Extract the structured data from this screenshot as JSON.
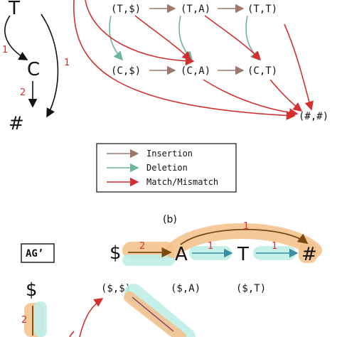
{
  "panel_a": {
    "seq_nodes": {
      "t": "T",
      "c": "C",
      "end": "#"
    },
    "edge_labels": {
      "t_to_c": "1",
      "t_to_end": "1",
      "c_to_end": "2"
    },
    "grid_nodes": {
      "t_dollar": "(T,$)",
      "t_a": "(T,A)",
      "t_t": "(T,T)",
      "c_dollar": "(C,$)",
      "c_a": "(C,A)",
      "c_t": "(C,T)",
      "end": "(#,#)"
    },
    "legend": {
      "insertion": "Insertion",
      "deletion": "Deletion",
      "match": "Match/Mismatch"
    }
  },
  "caption_b": "(b)",
  "panel_b": {
    "box_label": "AG’",
    "seq": {
      "dollar": "$",
      "a": "A",
      "t": "T",
      "end": "#"
    },
    "edge_labels": {
      "dollar_a": "2",
      "a_end": "1",
      "a_t": "1",
      "t_end": "1"
    },
    "vert": {
      "dollar": "$",
      "label": "2"
    },
    "grid_nodes": {
      "d_d": "($,$)",
      "d_a": "($,A)",
      "d_t": "($,T)"
    }
  },
  "colors": {
    "insertion": "#9a7b6a",
    "deletion": "#6db59a",
    "match": "#d43030",
    "highlight_orange": "#f5c08a",
    "highlight_teal": "#bfeee8"
  }
}
